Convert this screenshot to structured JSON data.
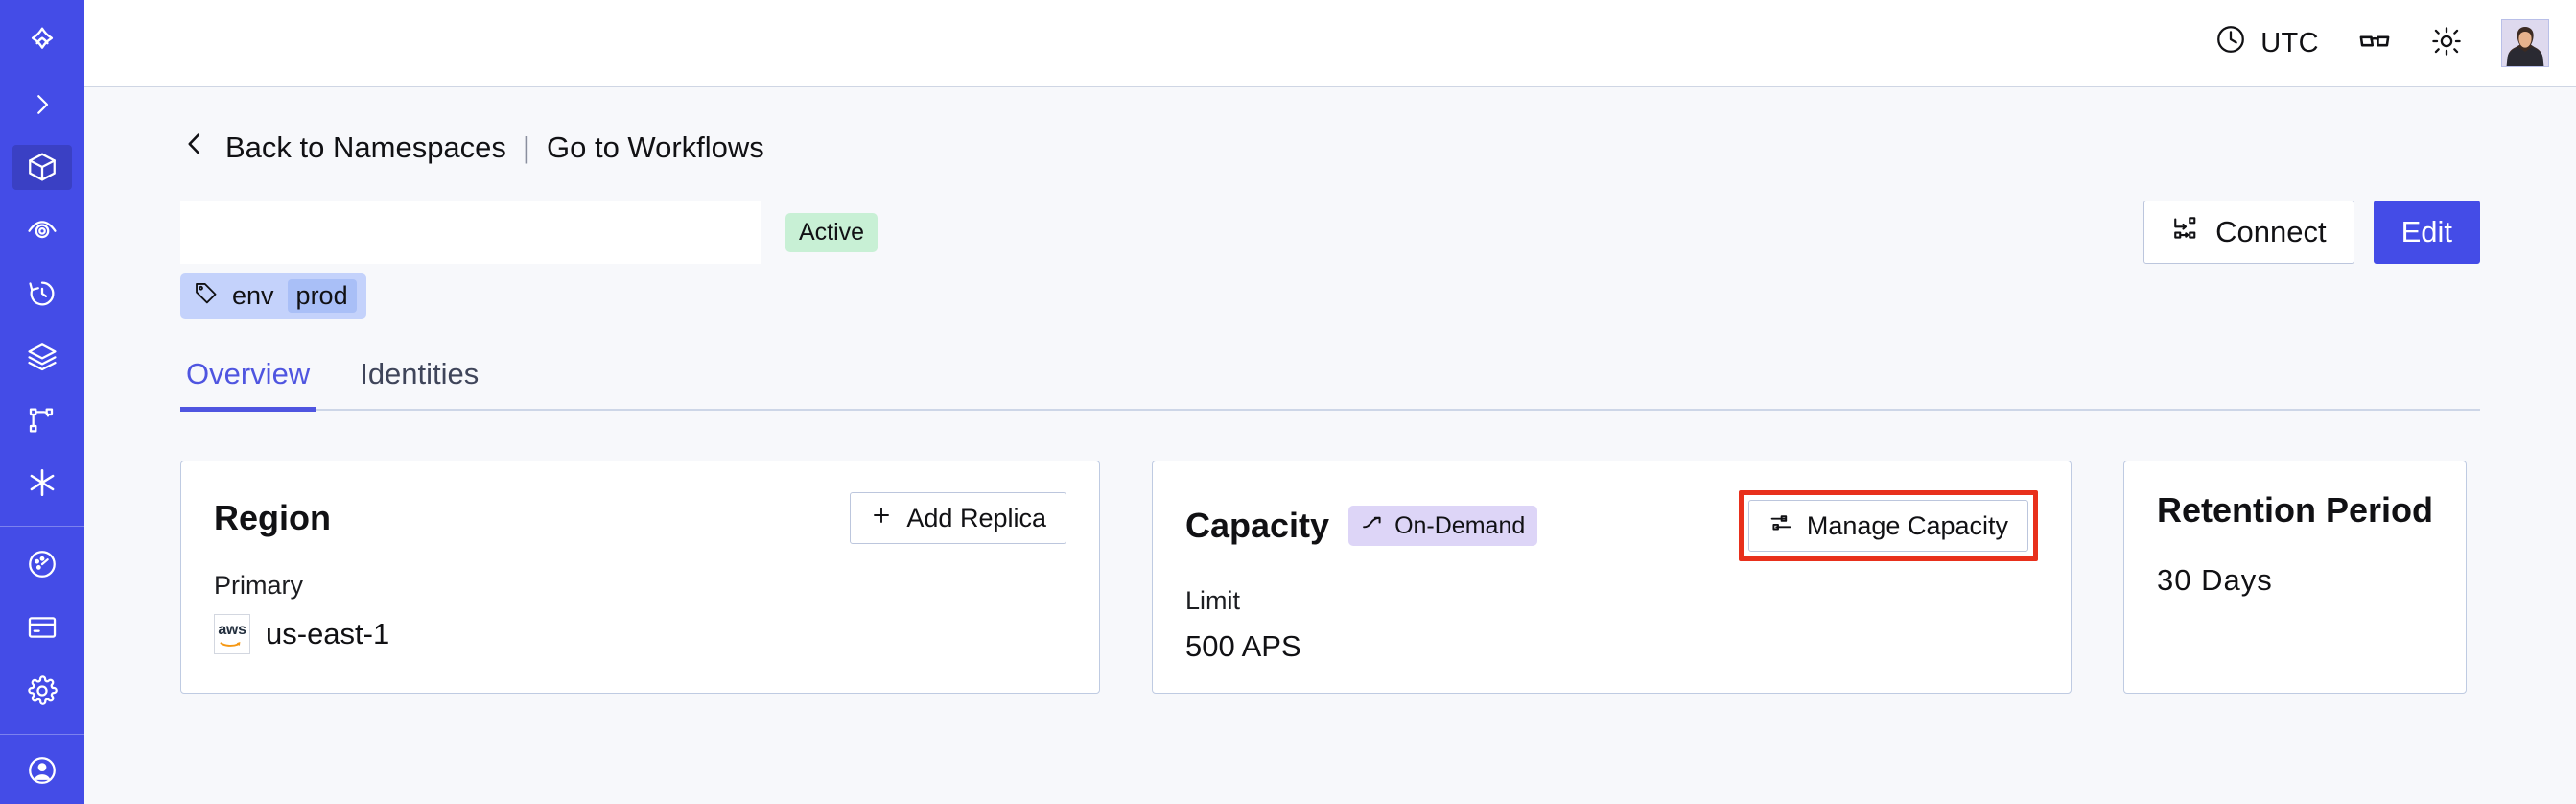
{
  "theme": {
    "sidebar_bg": "#444ce7",
    "sidebar_active_bg": "#3a40c4",
    "accent": "#444ce7",
    "tab_active": "#4f55e0",
    "page_bg": "#f7f8fb",
    "card_bg": "#ffffff",
    "card_border": "#bfcbe2",
    "badge_active_bg": "#c8f0d5",
    "badge_ondemand_bg": "#ddd5f7",
    "tag_chip_bg": "#c4d2fb",
    "tag_value_bg": "#a9bff7",
    "annotation_red": "#e8301c"
  },
  "sidebar": {
    "items": [
      {
        "name": "logo",
        "icon": "temporal-logo-icon",
        "active": false
      },
      {
        "name": "expand",
        "icon": "chevron-right-icon",
        "active": false
      },
      {
        "name": "namespaces",
        "icon": "cube-icon",
        "active": true
      },
      {
        "name": "observability",
        "icon": "eye-icon",
        "active": false
      },
      {
        "name": "schedules",
        "icon": "clock-rewind-icon",
        "active": false
      },
      {
        "name": "layers",
        "icon": "layers-icon",
        "active": false
      },
      {
        "name": "workflows",
        "icon": "git-branch-icon",
        "active": false
      },
      {
        "name": "nexus",
        "icon": "asterisk-icon",
        "active": false
      },
      {
        "name": "usage",
        "icon": "gauge-icon",
        "active": false
      },
      {
        "name": "billing",
        "icon": "credit-card-icon",
        "active": false
      },
      {
        "name": "settings",
        "icon": "gear-icon",
        "active": false
      },
      {
        "name": "account",
        "icon": "user-circle-icon",
        "active": false
      }
    ]
  },
  "topbar": {
    "timezone_label": "UTC",
    "timezone_icon": "clock-icon",
    "docs_icon": "glasses-icon",
    "theme_icon": "sun-icon",
    "avatar_icon": "user-avatar"
  },
  "breadcrumb": {
    "back_icon": "chevron-left-icon",
    "back_label": "Back to Namespaces",
    "divider": "|",
    "workflows_label": "Go to Workflows"
  },
  "header": {
    "namespace_title": "",
    "status_badge": "Active",
    "connect_label": "Connect",
    "connect_icon": "connect-workflow-icon",
    "edit_label": "Edit",
    "tag": {
      "icon": "tag-icon",
      "key": "env",
      "value": "prod"
    }
  },
  "tabs": [
    {
      "label": "Overview",
      "active": true
    },
    {
      "label": "Identities",
      "active": false
    }
  ],
  "cards": {
    "region": {
      "title": "Region",
      "action_label": "Add Replica",
      "action_icon": "plus-icon",
      "label": "Primary",
      "provider_icon": "aws-logo",
      "provider_text": "aws",
      "value": "us-east-1"
    },
    "capacity": {
      "title": "Capacity",
      "badge_label": "On-Demand",
      "badge_icon": "trending-up-icon",
      "action_label": "Manage Capacity",
      "action_icon": "sliders-icon",
      "action_highlighted": true,
      "label": "Limit",
      "value": "500 APS"
    },
    "retention": {
      "title": "Retention Period",
      "value": "30 Days"
    }
  }
}
